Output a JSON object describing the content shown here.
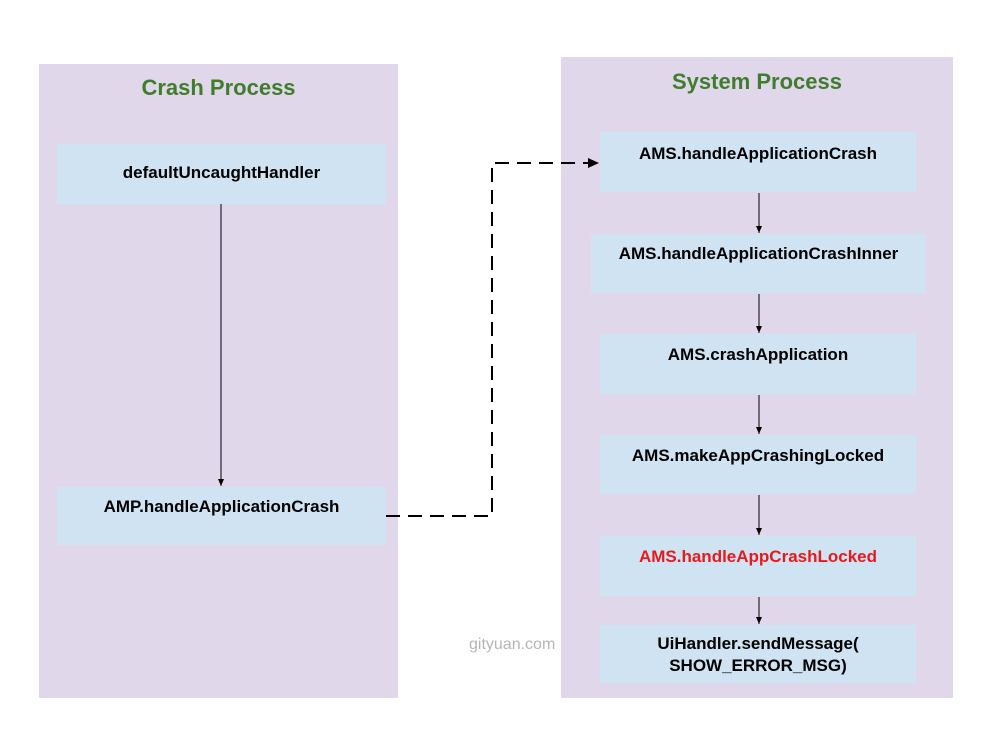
{
  "lanes": {
    "crash": {
      "title": "Crash Process"
    },
    "system": {
      "title": "System Process"
    }
  },
  "nodes": {
    "default_uncaught_handler": "defaultUncaughtHandler",
    "amp_handle_application_crash": "AMP.handleApplicationCrash",
    "ams_handle_application_crash": "AMS.handleApplicationCrash",
    "ams_handle_application_crash_inner": "AMS.handleApplicationCrashInner",
    "ams_crash_application": "AMS.crashApplication",
    "ams_make_app_crashing_locked": "AMS.makeAppCrashingLocked",
    "ams_handle_app_crash_locked": "AMS.handleAppCrashLocked",
    "ui_handler_send_message": {
      "line1": "UiHandler.sendMessage(",
      "line2": "SHOW_ERROR_MSG)"
    }
  },
  "watermark": "gityuan.com",
  "colors": {
    "lane_fill": "#e0d7eb",
    "node_fill": "#cfe3f2",
    "lane_title": "#3f7d2c",
    "highlight_text": "#e8191c"
  }
}
